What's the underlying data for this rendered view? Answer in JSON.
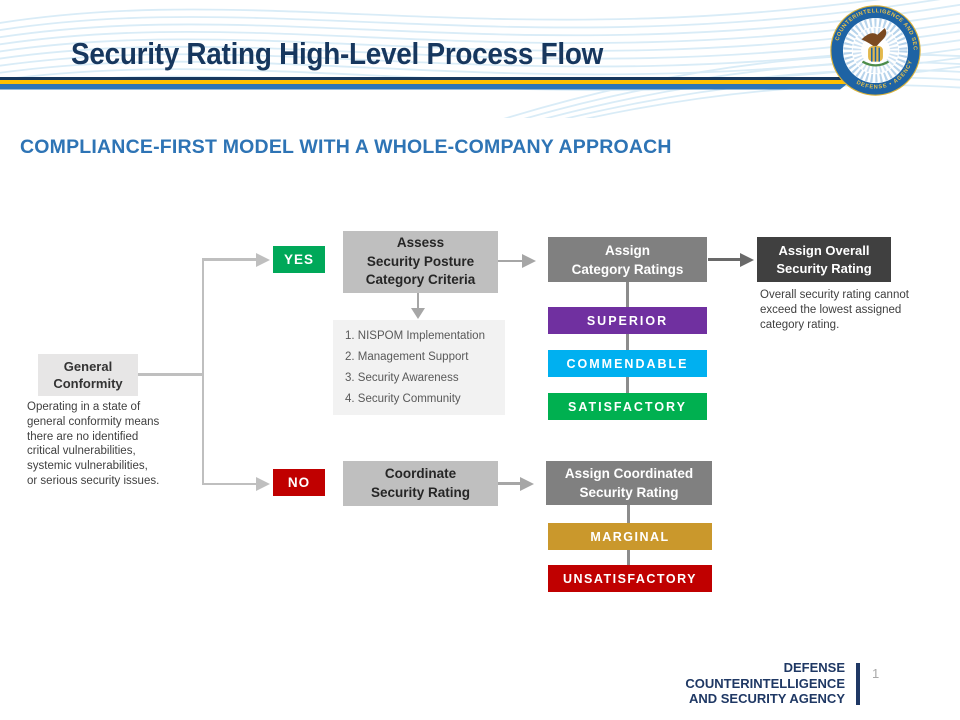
{
  "header": {
    "title": "Security Rating High-Level Process Flow",
    "seal_ring_top": "COUNTERINTELLIGENCE AND SECURITY",
    "seal_ring_bottom": "DEFENSE • AGENCY"
  },
  "subtitle": "COMPLIANCE-FIRST MODEL WITH A WHOLE-COMPANY APPROACH",
  "flow": {
    "general_box": "General\nConformity",
    "general_note": "Operating in a state of\ngeneral conformity means\nthere are no identified\ncritical vulnerabilities,\nsystemic vulnerabilities,\nor serious security issues.",
    "yes": {
      "label": "YES",
      "color": "#00A859"
    },
    "no": {
      "label": "NO",
      "color": "#C00000"
    },
    "assess_box": "Assess\nSecurity Posture\nCategory Criteria",
    "criteria": [
      "1. NISPOM Implementation",
      "2. Management  Support",
      "3. Security Awareness",
      "4. Security Community"
    ],
    "assign_category_box": "Assign\nCategory Ratings",
    "overall_box": "Assign Overall\nSecurity Rating",
    "overall_note": "Overall security rating cannot\nexceed the lowest assigned\ncategory rating.",
    "category_ratings": [
      {
        "label": "SUPERIOR",
        "color": "#7030A0"
      },
      {
        "label": "COMMENDABLE",
        "color": "#00B0F0"
      },
      {
        "label": "SATISFACTORY",
        "color": "#00B050"
      }
    ],
    "coordinate_box": "Coordinate\nSecurity Rating",
    "assign_coordinated_box": "Assign Coordinated\nSecurity Rating",
    "coordinated_ratings": [
      {
        "label": "MARGINAL",
        "color": "#CA982C"
      },
      {
        "label": "UNSATISFACTORY",
        "color": "#C00000"
      }
    ]
  },
  "footer": {
    "agency": "DEFENSE\nCOUNTERINTELLIGENCE\nAND SECURITY AGENCY",
    "page_number": "1"
  },
  "colors": {
    "title_navy": "#17375E",
    "subtitle_blue": "#2E74B5",
    "rule_navy": "#17375D",
    "rule_gold": "#FFC000",
    "rule_blue": "#2E75B6",
    "wave_blue": "#D9ECF7"
  }
}
